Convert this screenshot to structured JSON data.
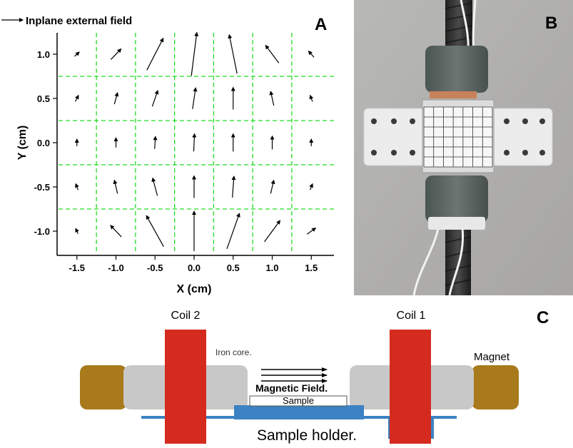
{
  "panel_a": {
    "letter": "A",
    "legend_label": "Inplane external field",
    "chart_data": {
      "type": "vector-field",
      "xlabel": "X (cm)",
      "ylabel": "Y (cm)",
      "xlim": [
        -1.75,
        1.75
      ],
      "ylim": [
        -1.25,
        1.25
      ],
      "xticks": [
        "-1.5",
        "-1.0",
        "-0.5",
        "0.0",
        "0.5",
        "1.0",
        "1.5"
      ],
      "yticks": [
        "1.0",
        "0.5",
        "0.0",
        "-0.5",
        "-1.0"
      ],
      "grid": "dashed green",
      "grid_x": [
        -1.25,
        -0.75,
        -0.25,
        0.25,
        0.75,
        1.25
      ],
      "grid_y": [
        0.75,
        0.25,
        -0.25,
        -0.75
      ],
      "vectors": [
        {
          "x": -1.5,
          "y": 1.0,
          "u": 0.06,
          "v": 0.05
        },
        {
          "x": -1.0,
          "y": 1.0,
          "u": 0.13,
          "v": 0.12
        },
        {
          "x": -0.5,
          "y": 1.0,
          "u": 0.21,
          "v": 0.36
        },
        {
          "x": 0.0,
          "y": 1.0,
          "u": 0.07,
          "v": 0.49
        },
        {
          "x": 0.5,
          "y": 1.0,
          "u": -0.1,
          "v": 0.44
        },
        {
          "x": 1.0,
          "y": 1.0,
          "u": -0.17,
          "v": 0.2
        },
        {
          "x": 1.5,
          "y": 1.0,
          "u": -0.07,
          "v": 0.07
        },
        {
          "x": -1.5,
          "y": 0.5,
          "u": 0.04,
          "v": 0.07
        },
        {
          "x": -1.0,
          "y": 0.5,
          "u": 0.04,
          "v": 0.13
        },
        {
          "x": -0.5,
          "y": 0.5,
          "u": 0.07,
          "v": 0.18
        },
        {
          "x": 0.0,
          "y": 0.5,
          "u": 0.04,
          "v": 0.24
        },
        {
          "x": 0.5,
          "y": 0.5,
          "u": 0.0,
          "v": 0.25
        },
        {
          "x": 1.0,
          "y": 0.5,
          "u": -0.04,
          "v": 0.16
        },
        {
          "x": 1.5,
          "y": 0.5,
          "u": -0.03,
          "v": 0.07
        },
        {
          "x": -1.5,
          "y": 0.0,
          "u": 0.0,
          "v": 0.08
        },
        {
          "x": -1.0,
          "y": 0.0,
          "u": 0.0,
          "v": 0.11
        },
        {
          "x": -0.5,
          "y": 0.0,
          "u": 0.01,
          "v": 0.14
        },
        {
          "x": 0.0,
          "y": 0.0,
          "u": 0.01,
          "v": 0.2
        },
        {
          "x": 0.5,
          "y": 0.0,
          "u": 0.0,
          "v": 0.2
        },
        {
          "x": 1.0,
          "y": 0.0,
          "u": 0.0,
          "v": 0.15
        },
        {
          "x": 1.5,
          "y": 0.0,
          "u": 0.0,
          "v": 0.08
        },
        {
          "x": -1.5,
          "y": -0.5,
          "u": -0.03,
          "v": 0.07
        },
        {
          "x": -1.0,
          "y": -0.5,
          "u": -0.04,
          "v": 0.15
        },
        {
          "x": -0.5,
          "y": -0.5,
          "u": -0.06,
          "v": 0.2
        },
        {
          "x": 0.0,
          "y": -0.5,
          "u": 0.0,
          "v": 0.25
        },
        {
          "x": 0.5,
          "y": -0.5,
          "u": 0.02,
          "v": 0.24
        },
        {
          "x": 1.0,
          "y": -0.5,
          "u": 0.04,
          "v": 0.15
        },
        {
          "x": 1.5,
          "y": -0.5,
          "u": 0.03,
          "v": 0.07
        },
        {
          "x": -1.5,
          "y": -1.0,
          "u": -0.03,
          "v": 0.06
        },
        {
          "x": -1.0,
          "y": -1.0,
          "u": -0.14,
          "v": 0.13
        },
        {
          "x": -0.5,
          "y": -1.0,
          "u": -0.22,
          "v": 0.35
        },
        {
          "x": 0.0,
          "y": -1.0,
          "u": 0.0,
          "v": 0.45
        },
        {
          "x": 0.5,
          "y": -1.0,
          "u": 0.16,
          "v": 0.4
        },
        {
          "x": 1.0,
          "y": -1.0,
          "u": 0.2,
          "v": 0.24
        },
        {
          "x": 1.5,
          "y": -1.0,
          "u": 0.11,
          "v": 0.07
        }
      ]
    }
  },
  "panel_b": {
    "letter": "B"
  },
  "panel_c": {
    "letter": "C",
    "coil2_label": "Coil 2",
    "coil1_label": "Coil 1",
    "iron_core_label": "Iron core.",
    "magnet_label": "Magnet",
    "field_label": "Magnetic Field.",
    "sample_label": "Sample",
    "holder_label": "Sample holder.",
    "colors": {
      "coil": "#d42b1e",
      "iron": "#c8c8c8",
      "magnet": "#a87a1c",
      "holder": "#3c82c4",
      "sample_block": "#3c82c4"
    }
  }
}
